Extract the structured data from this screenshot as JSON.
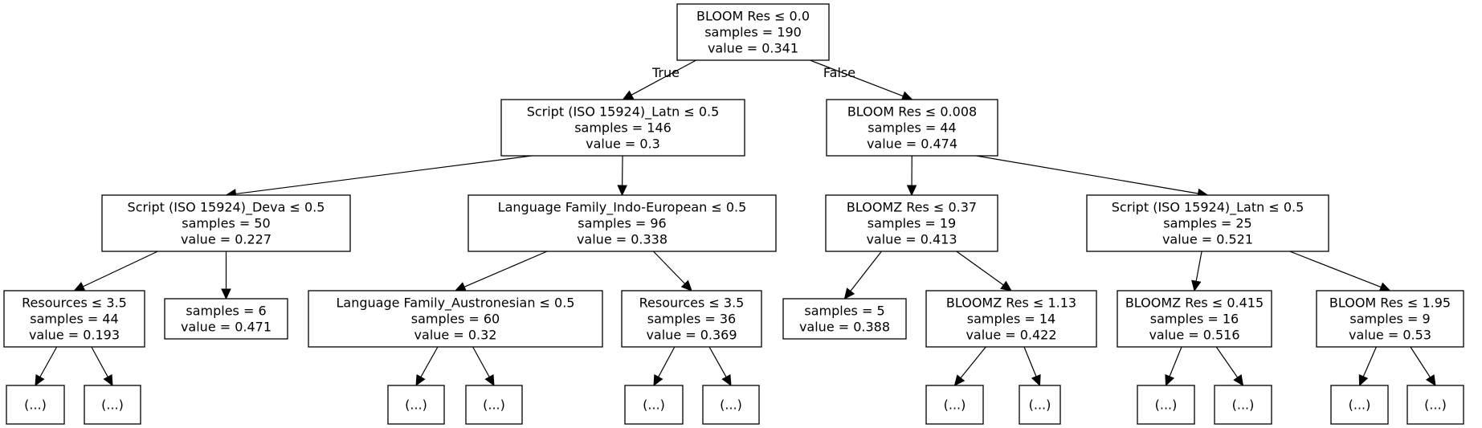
{
  "nodes": [
    {
      "id": "n0",
      "lines": [
        "BLOOM Res ≤ 0.0",
        "samples = 190",
        "value = 0.341"
      ]
    },
    {
      "id": "n1",
      "lines": [
        "Script (ISO 15924)_Latn ≤ 0.5",
        "samples = 146",
        "value = 0.3"
      ]
    },
    {
      "id": "n2",
      "lines": [
        "BLOOM Res ≤ 0.008",
        "samples = 44",
        "value = 0.474"
      ]
    },
    {
      "id": "n3",
      "lines": [
        "Script (ISO 15924)_Deva ≤ 0.5",
        "samples = 50",
        "value = 0.227"
      ]
    },
    {
      "id": "n4",
      "lines": [
        "Language Family_Indo-European ≤ 0.5",
        "samples = 96",
        "value = 0.338"
      ]
    },
    {
      "id": "n5",
      "lines": [
        "BLOOMZ Res ≤ 0.37",
        "samples = 19",
        "value = 0.413"
      ]
    },
    {
      "id": "n6",
      "lines": [
        "Script (ISO 15924)_Latn ≤ 0.5",
        "samples = 25",
        "value = 0.521"
      ]
    },
    {
      "id": "n7",
      "lines": [
        "Resources ≤ 3.5",
        "samples = 44",
        "value = 0.193"
      ]
    },
    {
      "id": "n8",
      "lines": [
        "samples = 6",
        "value = 0.471"
      ]
    },
    {
      "id": "n9",
      "lines": [
        "Language Family_Austronesian ≤ 0.5",
        "samples = 60",
        "value = 0.32"
      ]
    },
    {
      "id": "n10",
      "lines": [
        "Resources ≤ 3.5",
        "samples = 36",
        "value = 0.369"
      ]
    },
    {
      "id": "n11",
      "lines": [
        "samples = 5",
        "value = 0.388"
      ]
    },
    {
      "id": "n12",
      "lines": [
        "BLOOMZ Res ≤ 1.13",
        "samples = 14",
        "value = 0.422"
      ]
    },
    {
      "id": "n13",
      "lines": [
        "BLOOMZ Res ≤ 0.415",
        "samples = 16",
        "value = 0.516"
      ]
    },
    {
      "id": "n14",
      "lines": [
        "BLOOM Res ≤ 1.95",
        "samples = 9",
        "value = 0.53"
      ]
    },
    {
      "id": "t1",
      "lines": [
        "(...)"
      ]
    },
    {
      "id": "t2",
      "lines": [
        "(...)"
      ]
    },
    {
      "id": "t3",
      "lines": [
        "(...)"
      ]
    },
    {
      "id": "t4",
      "lines": [
        "(...)"
      ]
    },
    {
      "id": "t5",
      "lines": [
        "(...)"
      ]
    },
    {
      "id": "t6",
      "lines": [
        "(...)"
      ]
    },
    {
      "id": "t7",
      "lines": [
        "(...)"
      ]
    },
    {
      "id": "t8",
      "lines": [
        "(...)"
      ]
    },
    {
      "id": "t9",
      "lines": [
        "(...)"
      ]
    },
    {
      "id": "t10",
      "lines": [
        "(...)"
      ]
    },
    {
      "id": "t11",
      "lines": [
        "(...)"
      ]
    },
    {
      "id": "t12",
      "lines": [
        "(...)"
      ]
    }
  ],
  "edges": [
    {
      "from": "n0",
      "to": "n1",
      "label": "True"
    },
    {
      "from": "n0",
      "to": "n2",
      "label": "False"
    },
    {
      "from": "n1",
      "to": "n3"
    },
    {
      "from": "n1",
      "to": "n4"
    },
    {
      "from": "n2",
      "to": "n5"
    },
    {
      "from": "n2",
      "to": "n6"
    },
    {
      "from": "n3",
      "to": "n7"
    },
    {
      "from": "n3",
      "to": "n8"
    },
    {
      "from": "n4",
      "to": "n9"
    },
    {
      "from": "n4",
      "to": "n10"
    },
    {
      "from": "n5",
      "to": "n11"
    },
    {
      "from": "n5",
      "to": "n12"
    },
    {
      "from": "n6",
      "to": "n13"
    },
    {
      "from": "n6",
      "to": "n14"
    },
    {
      "from": "n7",
      "to": "t1"
    },
    {
      "from": "n7",
      "to": "t2"
    },
    {
      "from": "n9",
      "to": "t3"
    },
    {
      "from": "n9",
      "to": "t4"
    },
    {
      "from": "n10",
      "to": "t5"
    },
    {
      "from": "n10",
      "to": "t6"
    },
    {
      "from": "n12",
      "to": "t7"
    },
    {
      "from": "n12",
      "to": "t8"
    },
    {
      "from": "n13",
      "to": "t9"
    },
    {
      "from": "n13",
      "to": "t10"
    },
    {
      "from": "n14",
      "to": "t11"
    },
    {
      "from": "n14",
      "to": "t12"
    }
  ]
}
